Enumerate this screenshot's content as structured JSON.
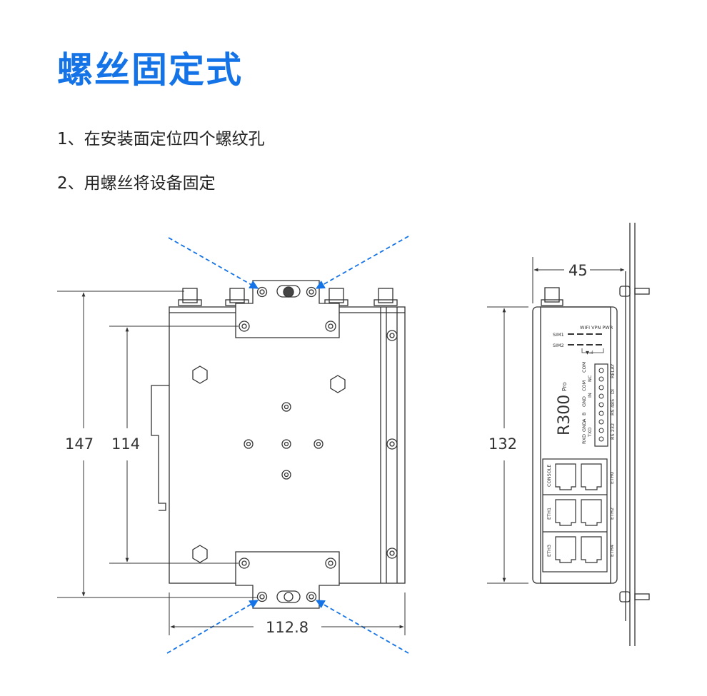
{
  "page": {
    "title": "螺丝固定式",
    "steps": [
      "1、在安装面定位四个螺纹孔",
      "2、用螺丝将设备固定"
    ]
  },
  "dimensions": {
    "height_outer": "147",
    "height_inner": "114",
    "width": "112.8",
    "side_height": "132",
    "side_depth": "45"
  },
  "panel": {
    "model": "R300",
    "model_suffix": "Pro",
    "led_top": "WIFI  VPN  PWR",
    "sim1": "SIM1",
    "sim2": "SIM2",
    "signal": "▼.ıl",
    "terminals": [
      "COM",
      "NC",
      "COM",
      "IN",
      "GND",
      "B",
      "A",
      "GND",
      "TXD",
      "RXD"
    ],
    "groups": [
      "RELAY",
      "DI",
      "RS 485",
      "RS 232"
    ],
    "ports_left": [
      "CONSOLE",
      "ETH1",
      "ETH3"
    ],
    "ports_right": [
      "ETH0",
      "ETH2",
      "ETH4"
    ]
  },
  "colors": {
    "accent": "#1473e6",
    "line": "#333333"
  }
}
